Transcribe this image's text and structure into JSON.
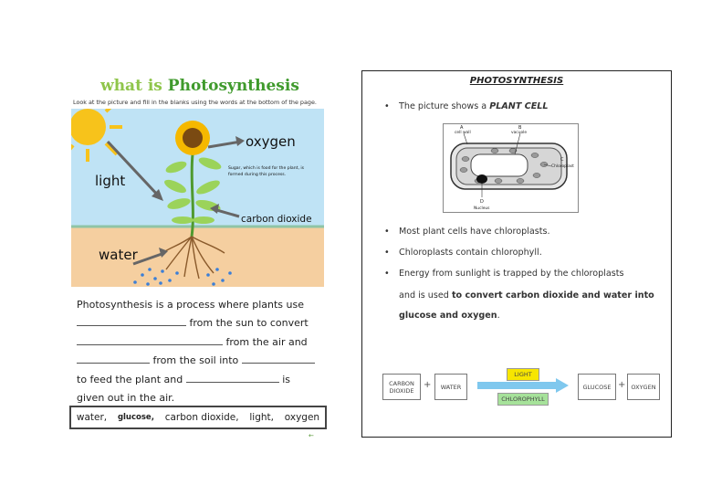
{
  "worksheet": {
    "title_part1": "what is ",
    "title_part2": "Photosynthesis",
    "instructions": "Look at the picture and fill in the blanks using the words at the bottom of the page.",
    "diagram_labels": {
      "oxygen": "oxygen",
      "light": "light",
      "sugar_note_line1": "Sugar, which is food for the plant, is",
      "sugar_note_line2": "formed during this process.",
      "carbon_dioxide": "carbon dioxide",
      "water": "water"
    },
    "lines": {
      "l1": "Photosynthesis is a process where plants use",
      "l2": "from the sun to convert",
      "l3": "from the air and",
      "l4": "from the soil into",
      "l5a": "to feed the plant and",
      "l5b": "is",
      "l6": "given out in the air."
    },
    "word_bank": [
      "water,",
      "glucose,",
      "carbon dioxide,",
      "light,",
      "oxygen"
    ],
    "logo": "←"
  },
  "card": {
    "title": "PHOTOSYNTHESIS",
    "bullet": "•",
    "b1_text": "The picture shows a ",
    "b1_em": "PLANT CELL",
    "cell_labels": {
      "a": "A",
      "cell_wall": "cell wall",
      "b": "B",
      "vacuole": "vacuole",
      "c": "C",
      "chloroplast": "Chloroplast",
      "d": "D",
      "nucleus": "Nucleus"
    },
    "b2": "Most plant cells have chloroplasts.",
    "b3": "Chloroplasts contain chlorophyll.",
    "b4": "Energy from sunlight is trapped by the chloroplasts",
    "b4_cont_a": "and is used ",
    "b4_cont_b": "to convert carbon dioxide and water into",
    "b4_cont_c": "glucose and oxygen",
    "b4_cont_d": ".",
    "equation": {
      "carbon_dioxide_1": "CARBON",
      "carbon_dioxide_2": "DIOXIDE",
      "plus": "+",
      "water": "WATER",
      "light": "LIGHT",
      "chlorophyll": "CHLOROPHYLL",
      "glucose": "GLUCOSE",
      "oxygen": "OXYGEN"
    }
  },
  "colors": {
    "sky": "#bfe3f5",
    "soil": "#f5cfa0",
    "title_light_green": "#8fc54a",
    "title_dark_green": "#3f9a2c",
    "arrow_blue": "#7fc8ee",
    "light_yellow": "#f7e600",
    "chlorophyll_green": "#a6e29a"
  }
}
